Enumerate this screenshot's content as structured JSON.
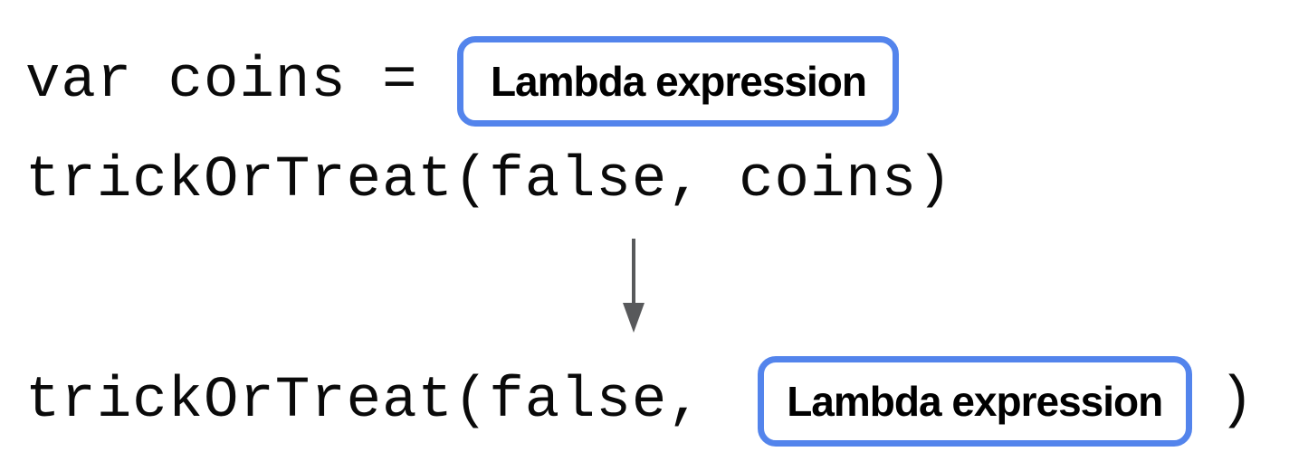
{
  "diagram": {
    "title_semantics": "lambda expression inlining",
    "assignment_line": {
      "code": "var coins =",
      "lambda_box_label": "Lambda expression"
    },
    "call_line": {
      "code": "trickOrTreat(false, coins)"
    },
    "arrow_icon": "down-arrow",
    "inlined_call_line": {
      "code_prefix": "trickOrTreat(false,",
      "lambda_box_label": "Lambda expression",
      "code_suffix": ")"
    }
  },
  "colors": {
    "box_border": "#5384ec",
    "arrow": "#58595b",
    "code_text": "#0a0a0a",
    "label_text": "#000000",
    "background": "#ffffff"
  }
}
